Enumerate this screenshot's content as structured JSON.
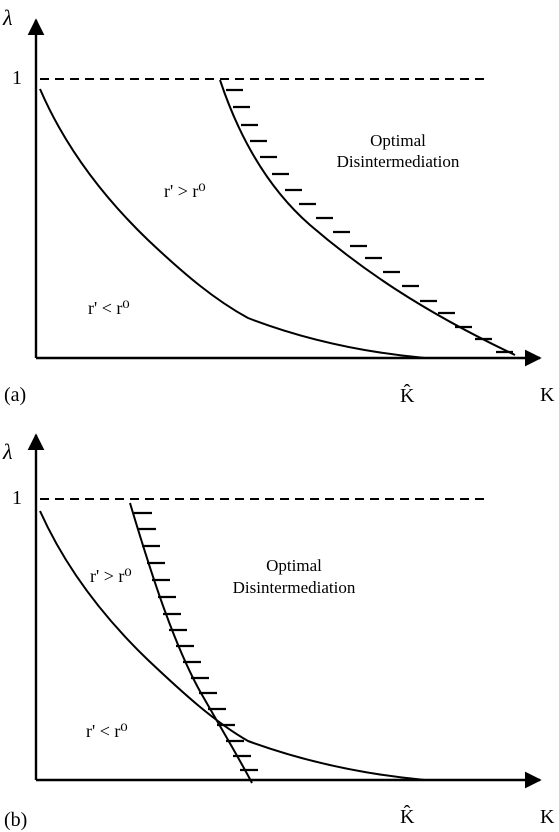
{
  "panels": [
    {
      "id": "a",
      "tag": "(a)",
      "y_axis_label": "λ",
      "x_axis_label": "K",
      "y_tick_label": "1",
      "khat_label": "K̂",
      "region_upper": "r' > r⁰",
      "region_lower": "r' < r⁰",
      "optimal_line1": "Optimal",
      "optimal_line2": "Disintermediation"
    },
    {
      "id": "b",
      "tag": "(b)",
      "y_axis_label": "λ",
      "x_axis_label": "K",
      "y_tick_label": "1",
      "khat_label": "K̂",
      "region_upper": "r' > r⁰",
      "region_lower": "r' < r⁰",
      "optimal_line1": "Optimal",
      "optimal_line2": "Disintermediation"
    }
  ]
}
